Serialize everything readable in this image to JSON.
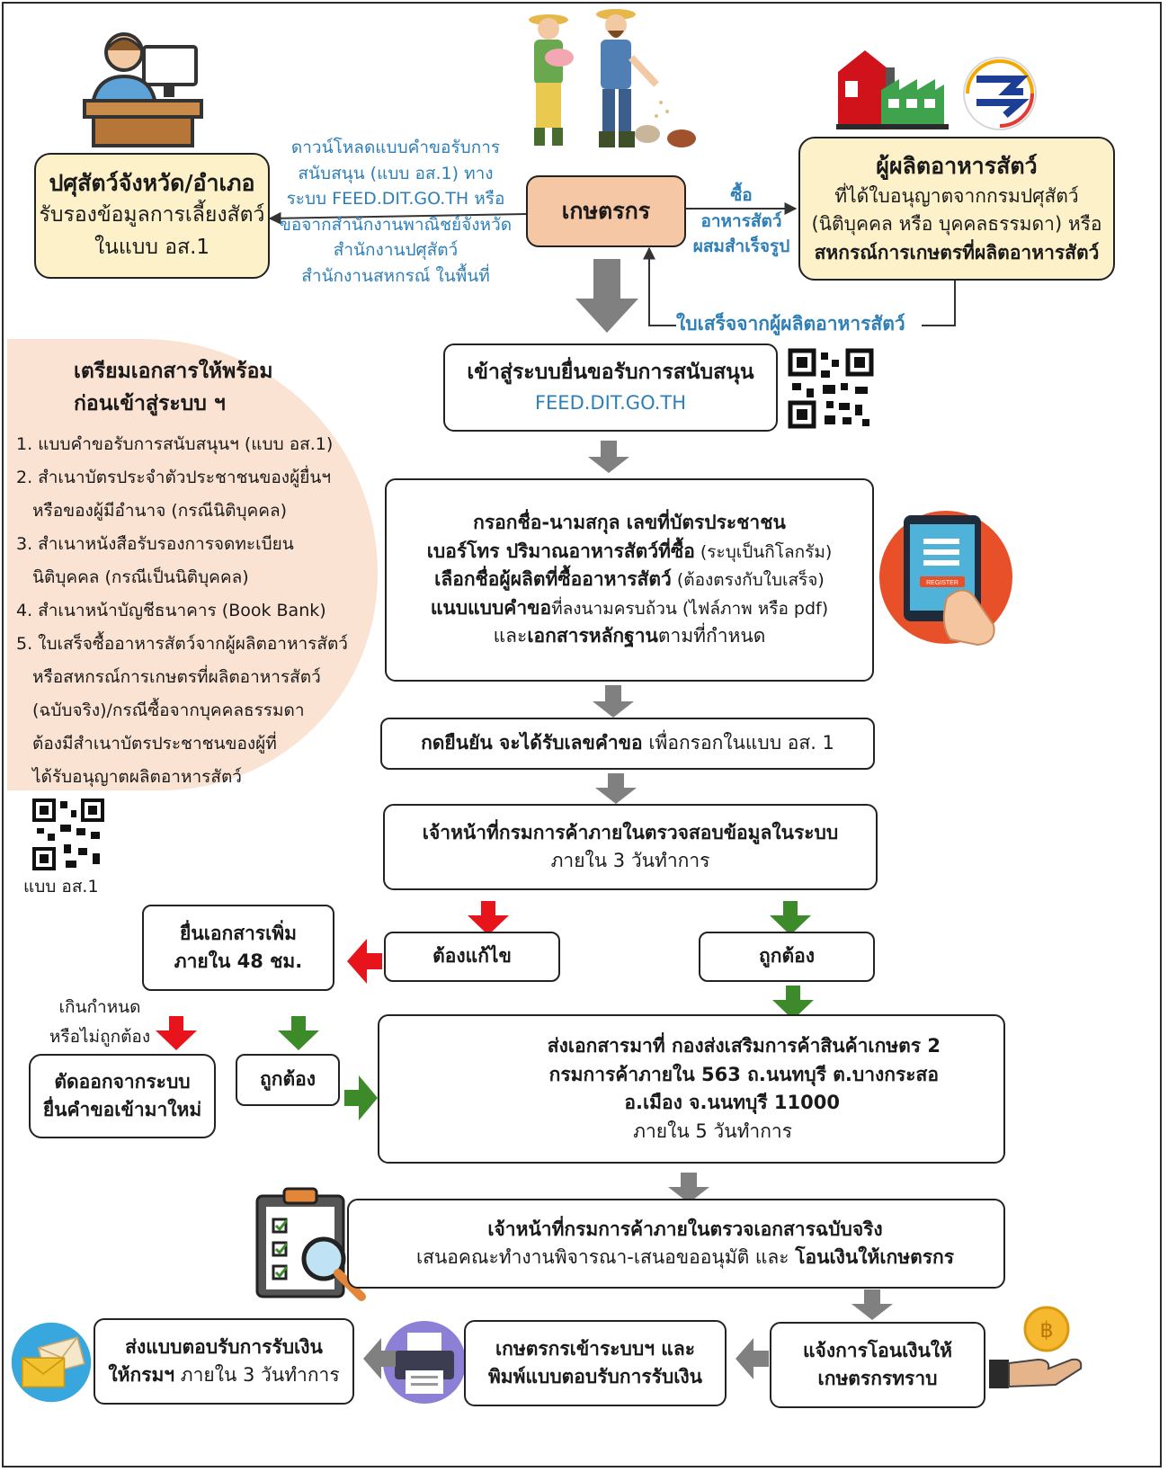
{
  "colors": {
    "accent_blue": "#2e7fb8",
    "box_yellow": "#fdf1c9",
    "farmer_box": "#f6c7a4",
    "checklist_bg": "#fbe3d3",
    "arrow_gray": "#808080",
    "arrow_red": "#e8141c",
    "arrow_green": "#3c8a2a"
  },
  "top": {
    "livestock": {
      "title": "ปศุสัตว์จังหวัด/อำเภอ",
      "line1": "รับรองข้อมูลการเลี้ยงสัตว์",
      "line2": "ในแบบ อส.1"
    },
    "download_note": [
      "ดาวน์โหลดแบบคำขอรับการ",
      "สนับสนุน (แบบ อส.1) ทาง",
      "ระบบ FEED.DIT.GO.TH หรือ",
      "ขอจากสำนักงานพาณิชย์จังหวัด",
      "สำนักงานปศุสัตว์",
      "สำนักงานสหกรณ์ ในพื้นที่"
    ],
    "farmer": "เกษตรกร",
    "buy_note": [
      "ซื้อ",
      "อาหารสัตว์",
      "ผสมสำเร็จรูป"
    ],
    "producer": {
      "title": "ผู้ผลิตอาหารสัตว์",
      "line1": "ที่ได้ใบอนุญาตจากกรมปศุสัตว์",
      "line2": "(นิติบุคคล หรือ บุคคลธรรมดา) หรือ",
      "line3": "สหกรณ์การเกษตรที่ผลิตอาหารสัตว์"
    },
    "receipt": "ใบเสร็จจากผู้ผลิตอาหารสัตว์"
  },
  "checklist": {
    "title1": "เตรียมเอกสารให้พร้อม",
    "title2": "ก่อนเข้าสู่ระบบ ฯ",
    "lines": [
      "1. แบบคำขอรับการสนับสนุนฯ (แบบ อส.1)",
      "2. สำเนาบัตรประจำตัวประชาชนของผู้ยื่นฯ",
      "หรือของผู้มีอำนาจ (กรณีนิติบุคคล)",
      "3. สำเนาหนังสือรับรองการจดทะเบียน",
      "นิติบุคคล (กรณีเป็นนิติบุคคล)",
      "4. สำเนาหน้าบัญชีธนาคาร (Book Bank)",
      "5. ใบเสร็จซื้ออาหารสัตว์จากผู้ผลิตอาหารสัตว์",
      "หรือสหกรณ์การเกษตรที่ผลิตอาหารสัตว์",
      "(ฉบับจริง)/กรณีซื้อจากบุคคลธรรมดา",
      "ต้องมีสำเนาบัตรประชาชนของผู้ที่",
      "ได้รับอนุญาตผลิตอาหารสัตว์"
    ],
    "qr_caption": "แบบ อส.1"
  },
  "steps": {
    "enter": {
      "line1": "เข้าสู่ระบบยื่นขอรับการสนับสนุน",
      "url": "FEED.DIT.GO.TH"
    },
    "fill": {
      "l1": "กรอกชื่อ-นามสกุล เลขที่บัตรประชาชน",
      "l2b": "เบอร์โทร ปริมาณอาหารสัตว์ที่ซื้อ",
      "l2n": " (ระบุเป็นกิโลกรัม)",
      "l3b": "เลือกชื่อผู้ผลิตที่ซื้ออาหารสัตว์",
      "l3n": " (ต้องตรงกับใบเสร็จ)",
      "l4b": "แนบแบบคำขอ",
      "l4n": "ที่ลงนามครบถ้วน (ไฟล์ภาพ หรือ pdf)",
      "l5a": "และ",
      "l5b": "เอกสารหลักฐาน",
      "l5c": "ตามที่กำหนด",
      "register_label": "REGISTER"
    },
    "confirm": {
      "bold": "กดยืนยัน จะได้รับเลขคำขอ",
      "normal": " เพื่อกรอกในแบบ อส. 1"
    },
    "verify": {
      "line1": "เจ้าหน้าที่กรมการค้าภายในตรวจสอบข้อมูลในระบบ",
      "line2": "ภายใน 3 วันทำการ"
    },
    "fix": "ต้องแก้ไข",
    "correct": "ถูกต้อง",
    "submit_more": {
      "line1": "ยื่นเอกสารเพิ่ม",
      "line2": "ภายใน 48 ชม."
    },
    "overdue": [
      "เกินกำหนด",
      "หรือไม่ถูกต้อง"
    ],
    "cut": {
      "line1": "ตัดออกจากระบบ",
      "line2": "ยื่นคำขอเข้ามาใหม่"
    },
    "correct2": "ถูกต้อง",
    "send_docs": {
      "line1": "ส่งเอกสารมาที่ กองส่งเสริมการค้าสินค้าเกษตร 2",
      "line2": "กรมการค้าภายใน 563 ถ.นนทบุรี ต.บางกระสอ",
      "line3": "อ.เมือง จ.นนทบุรี 11000",
      "line4": "ภายใน 5 วันทำการ"
    },
    "check_original": {
      "line1": "เจ้าหน้าที่กรมการค้าภายในตรวจเอกสารฉบับจริง",
      "line2n": "เสนอคณะทำงานพิจารณา-เสนอขออนุมัติ  และ ",
      "line2b": "โอนเงินให้เกษตรกร"
    },
    "notify": {
      "line1": "แจ้งการโอนเงินให้",
      "line2": "เกษตรกรทราบ"
    },
    "print": {
      "line1": "เกษตรกรเข้าระบบฯ และ",
      "line2": "พิมพ์แบบตอบรับการรับเงิน"
    },
    "send_reply": {
      "line1": "ส่งแบบตอบรับการรับเงิน",
      "line2b": "ให้กรมฯ",
      "line2n": " ภายใน 3 วันทำการ"
    },
    "coin_symbol": "฿"
  }
}
